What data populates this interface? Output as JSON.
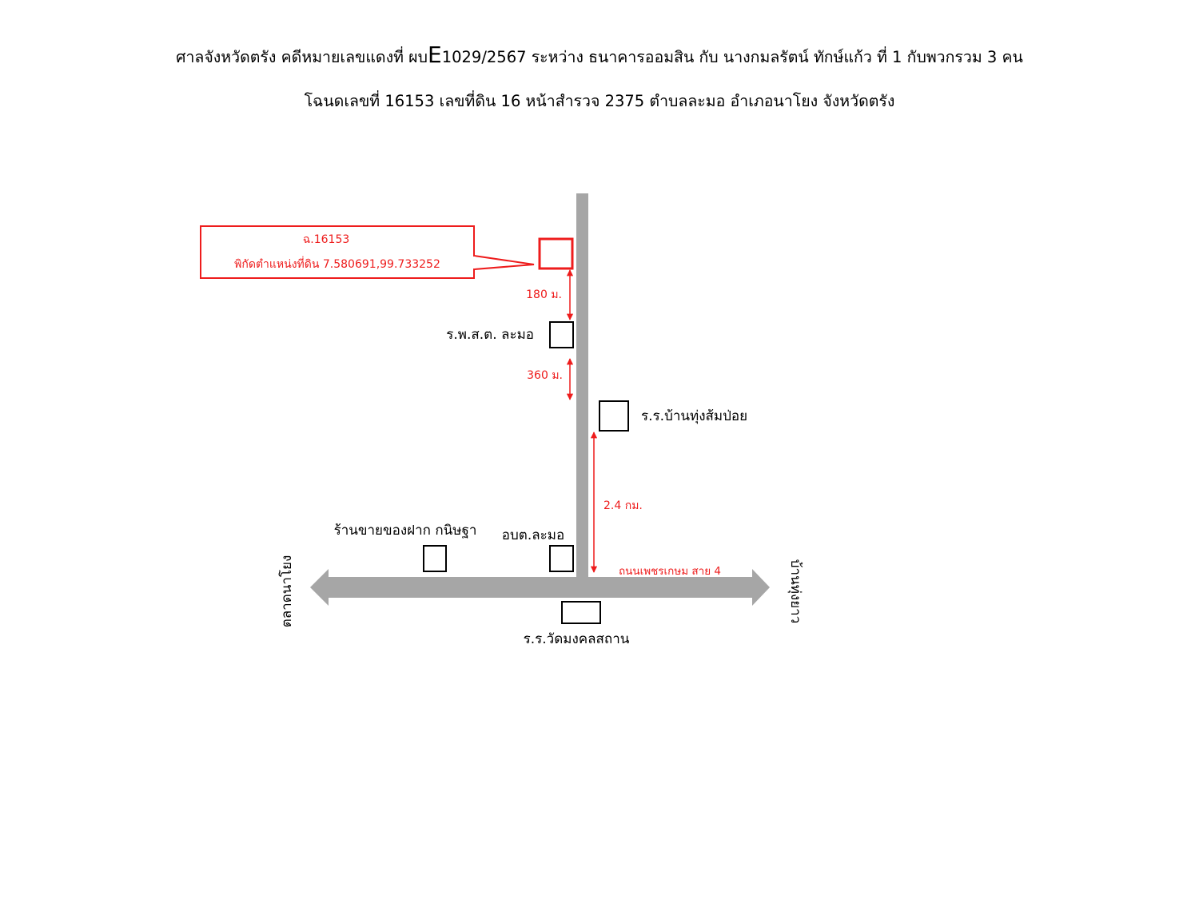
{
  "header": {
    "line1_a": "ศาลจังหวัดตรัง คดีหมายเลขแดงที่ ผบ",
    "line1_e": "E",
    "line1_b": "1029/2567 ระหว่าง ธนาคารออมสิน กับ นางกมลรัตน์ ทักษ์แก้ว ที่ 1 กับพวกรวม 3 คน",
    "line2": "โฉนดเลขที่ 16153 เลขที่ดิน 16 หน้าสำรวจ 2375 ตำบลละมอ อำเภอนาโยง จังหวัดตรัง"
  },
  "callout": {
    "deed": "ฉ.16153",
    "coords": "พิกัดตำแหน่งที่ดิน 7.580691,99.733252"
  },
  "distances": {
    "d1": "180 ม.",
    "d2": "360 ม.",
    "d3": "2.4 กม."
  },
  "places": {
    "health_center": "ร.พ.ส.ต. ละมอ",
    "school_thung": "ร.ร.บ้านทุ่งส้มป่อย",
    "shop": "ร้านขายของฝาก กนิษฐา",
    "sao": "อบต.ละมอ",
    "school_wat": "ร.ร.วัดมงคลสถาน"
  },
  "roads": {
    "main_road": "ถนนเพชรเกษม สาย 4",
    "left_dest": "ตลาดนาโยง",
    "right_dest": "บ้านทุ่งยาว"
  },
  "colors": {
    "road": "#a6a6a6",
    "accent": "#ee1c1c",
    "ink": "#000000"
  }
}
